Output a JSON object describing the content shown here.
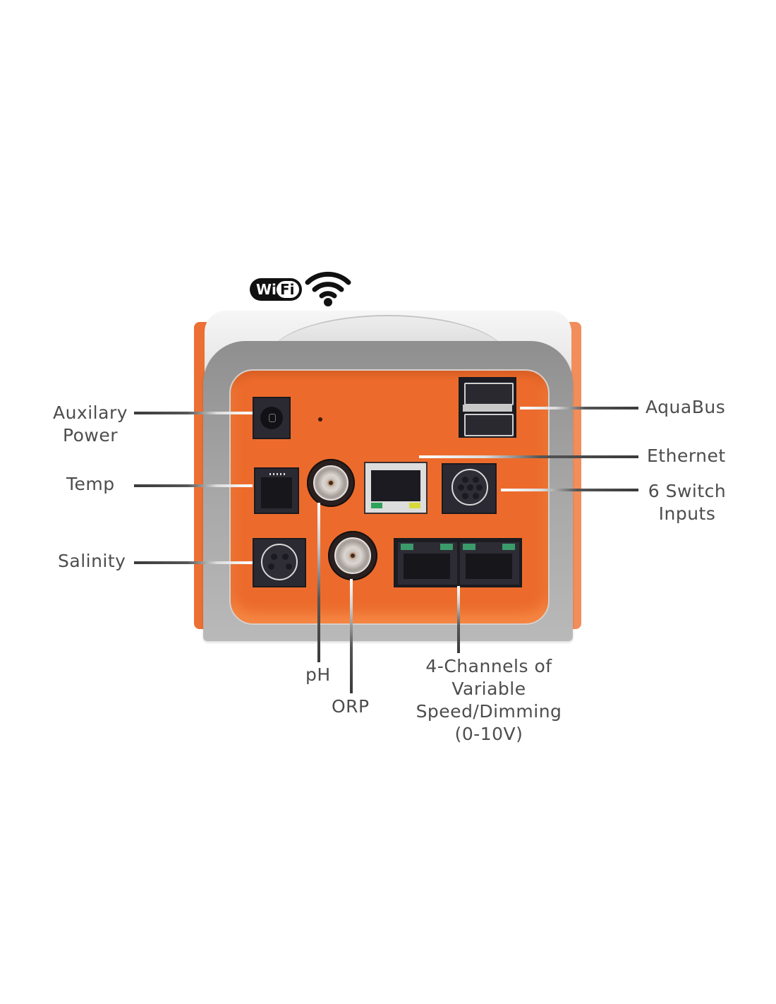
{
  "header": {
    "wifi_badge_left": "Wi",
    "wifi_badge_right": "Fi",
    "wifi_signal_icon": "wifi-signal-icon"
  },
  "device": {
    "colors": {
      "panel_orange": "#ec6b2c",
      "frame_gray": "#9c9c9c",
      "frame_light": "#e6e6e6",
      "port_dark": "#2b2a33"
    }
  },
  "callouts": {
    "auxiliary_power": {
      "line1": "Auxilary",
      "line2": "Power"
    },
    "temp": {
      "text": "Temp"
    },
    "salinity": {
      "text": "Salinity"
    },
    "aquabus": {
      "text": "AquaBus"
    },
    "ethernet": {
      "text": "Ethernet"
    },
    "switch_inputs": {
      "line1": "6 Switch",
      "line2": "Inputs"
    },
    "ph": {
      "text": "pH"
    },
    "orp": {
      "text": "ORP"
    },
    "variable_speed": {
      "line1": "4-Channels of",
      "line2": "Variable",
      "line3": "Speed/Dimming",
      "line4": "(0-10V)"
    }
  }
}
